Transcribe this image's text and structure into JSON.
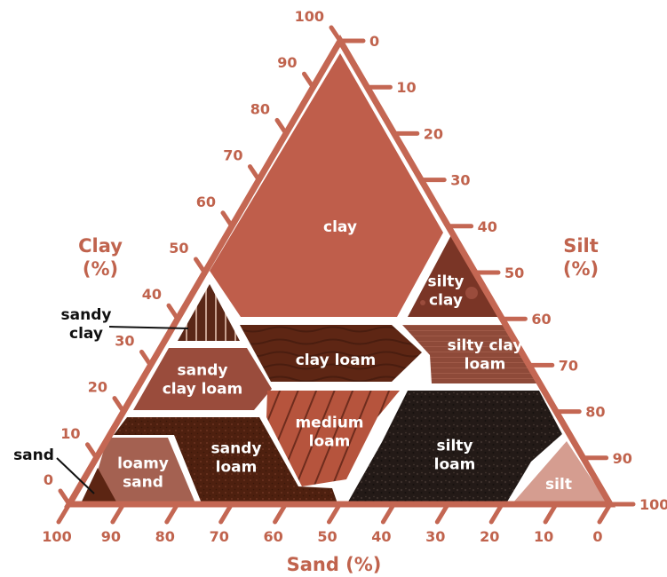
{
  "colors": {
    "accent": "#c0634d",
    "edge": "#c46753",
    "text_dark": "#111111",
    "text_light": "#ffffff"
  },
  "axes": {
    "clay": {
      "title_line1": "Clay",
      "title_line2": "(%)",
      "ticks": [
        "100",
        "90",
        "80",
        "70",
        "60",
        "50",
        "40",
        "30",
        "20",
        "10",
        "0"
      ]
    },
    "silt": {
      "title_line1": "Silt",
      "title_line2": "(%)",
      "ticks": [
        "0",
        "10",
        "20",
        "30",
        "40",
        "50",
        "60",
        "70",
        "80",
        "90",
        "100"
      ]
    },
    "sand": {
      "title": "Sand (%)",
      "ticks": [
        "100",
        "90",
        "80",
        "70",
        "60",
        "50",
        "40",
        "30",
        "20",
        "10",
        "0"
      ]
    }
  },
  "regions": [
    {
      "id": "clay",
      "lines": [
        "clay"
      ],
      "fill": "#bf5e4b"
    },
    {
      "id": "silty-clay",
      "lines": [
        "silty",
        "clay"
      ],
      "fill": "#7a3526"
    },
    {
      "id": "sandy-clay",
      "lines": [],
      "fill": "#5a2717"
    },
    {
      "id": "clay-loam",
      "lines": [
        "clay loam"
      ],
      "fill": "#5e2614"
    },
    {
      "id": "silty-clay-loam",
      "lines": [
        "silty clay",
        "loam"
      ],
      "fill": "#8e4a39"
    },
    {
      "id": "sandy-clay-loam",
      "lines": [
        "sandy",
        "clay loam"
      ],
      "fill": "#9a4c3c"
    },
    {
      "id": "medium-loam",
      "lines": [
        "medium",
        "loam"
      ],
      "fill": "#b6543d"
    },
    {
      "id": "silty-loam",
      "lines": [
        "silty",
        "loam"
      ],
      "fill": "#231a17"
    },
    {
      "id": "sandy-loam",
      "lines": [
        "sandy",
        "loam"
      ],
      "fill": "#4e200f"
    },
    {
      "id": "loamy-sand",
      "lines": [
        "loamy",
        "sand"
      ],
      "fill": "#a46151"
    },
    {
      "id": "sand",
      "lines": [],
      "fill": "#5c2513"
    },
    {
      "id": "silt",
      "lines": [
        "silt"
      ],
      "fill": "#d59d90"
    }
  ],
  "callouts": {
    "sandy_clay": [
      "sandy",
      "clay"
    ],
    "sand": [
      "sand"
    ]
  }
}
